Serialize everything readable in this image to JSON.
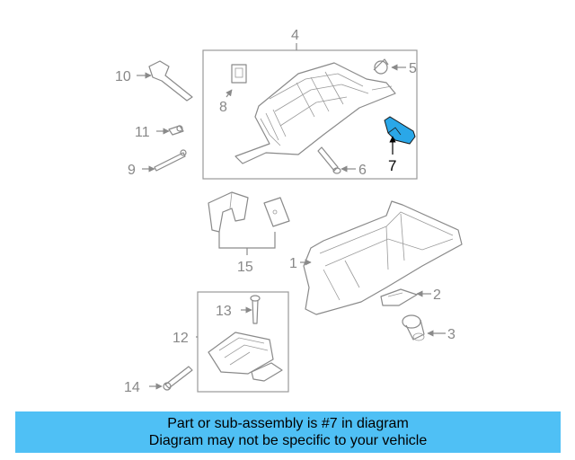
{
  "diagram": {
    "callouts": {
      "c1": "1",
      "c2": "2",
      "c3": "3",
      "c4": "4",
      "c5": "5",
      "c6": "6",
      "c7": "7",
      "c8": "8",
      "c9": "9",
      "c10": "10",
      "c11": "11",
      "c12": "12",
      "c13": "13",
      "c14": "14",
      "c15": "15"
    },
    "highlight_color": "#2aa7e8"
  },
  "banner": {
    "line1": "Part or sub-assembly is #7 in diagram",
    "line2": "Diagram may not be specific to your vehicle",
    "color": "#4fc0f5"
  }
}
